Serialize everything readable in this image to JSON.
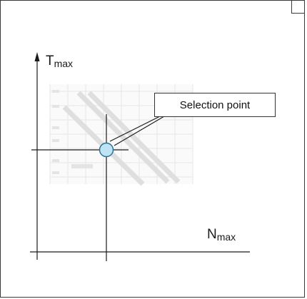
{
  "y_axis": {
    "main": "T",
    "sub": "max"
  },
  "x_axis": {
    "main": "N",
    "sub": "max"
  },
  "callout": {
    "text": "Selection point"
  },
  "colors": {
    "line": "#1a1a1a",
    "point_fill": "#bfe3f5",
    "point_stroke": "#2a6f93",
    "background_chart": "#d8d8d8"
  }
}
